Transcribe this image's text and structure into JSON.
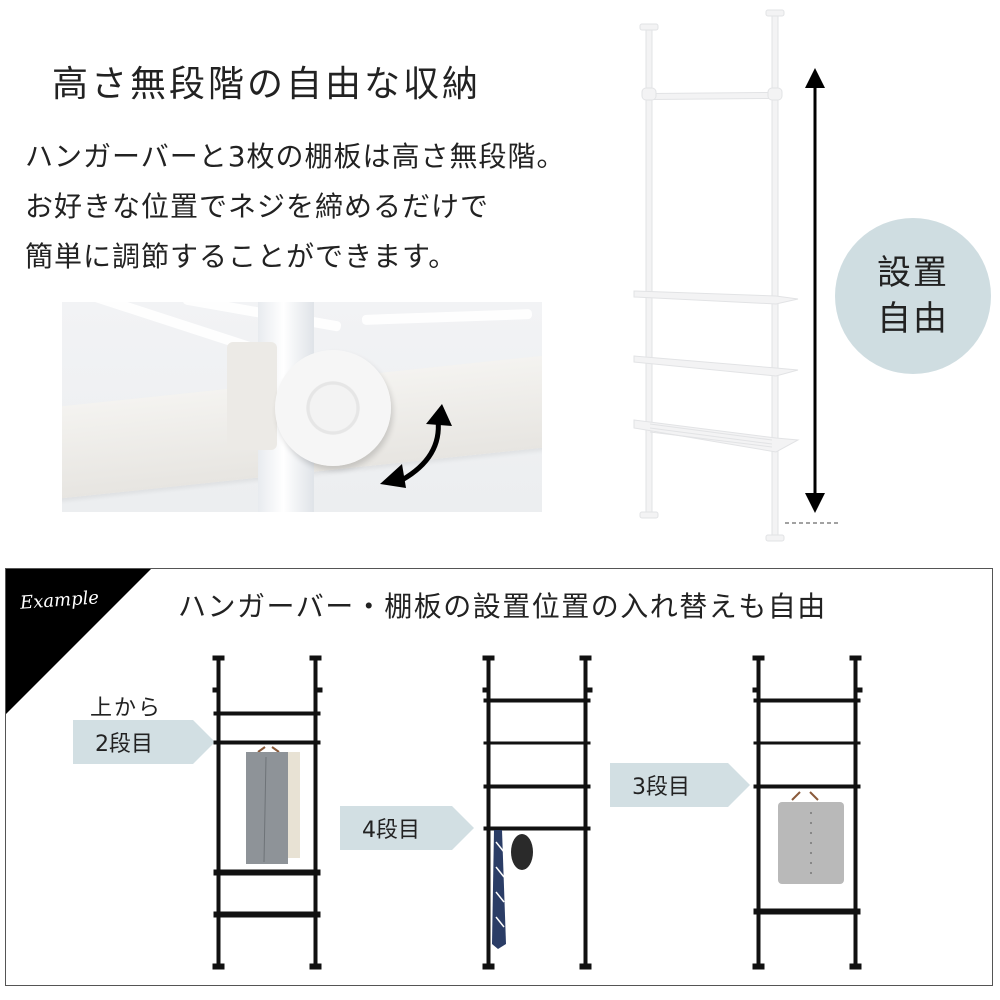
{
  "header": {
    "title": "高さ無段階の自由な収納",
    "description": [
      "ハンガーバーと3枚の棚板は高さ無段階。",
      "お好きな位置でネジを締めるだけで",
      "簡単に調節することができます。"
    ]
  },
  "badge": {
    "line1": "設置",
    "line2": "自由"
  },
  "photo": {
    "subject": "shelf-knob-closeup",
    "icon": "rotate-arrow-icon"
  },
  "product_image": {
    "subject": "white-tension-rack",
    "icon": "height-arrow-icon"
  },
  "example": {
    "label": "Example",
    "title": "ハンガーバー・棚板の設置位置の入れ替えも自由",
    "colors": {
      "tag_bg": "#d2dfe3",
      "badge_bg": "#cfdde1",
      "frame": "#000000"
    },
    "variants": [
      {
        "pre_label": "上から",
        "tag": "2段目",
        "items": "coats"
      },
      {
        "pre_label": "",
        "tag": "4段目",
        "items": "tie-and-cap"
      },
      {
        "pre_label": "",
        "tag": "3段目",
        "items": "cardigan"
      }
    ]
  }
}
